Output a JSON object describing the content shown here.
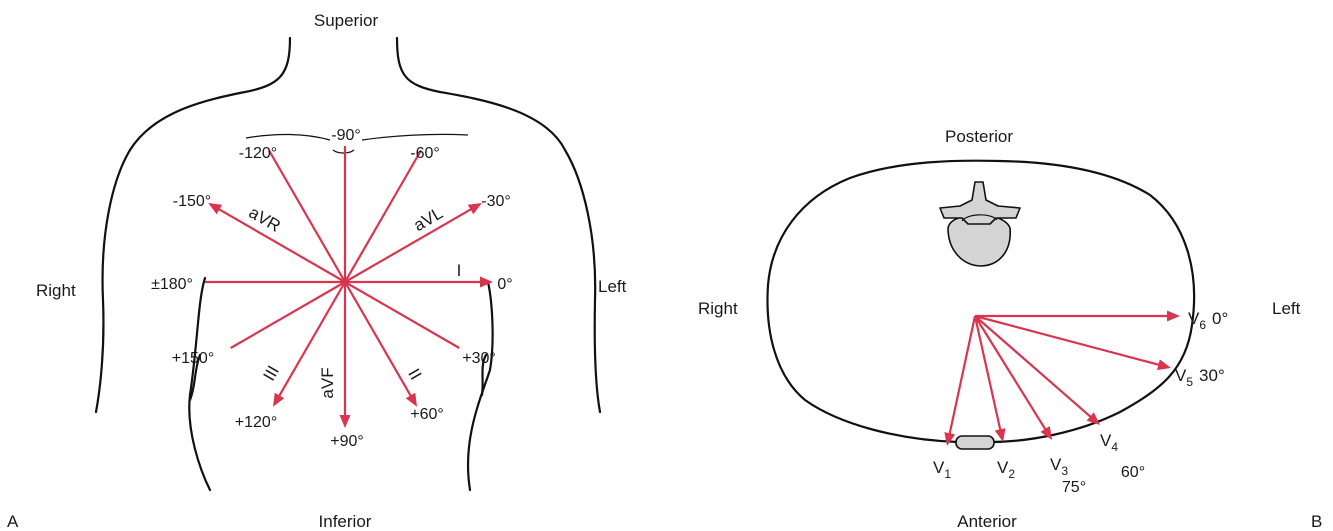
{
  "panel_a": {
    "letter": "A",
    "orientation": {
      "superior": "Superior",
      "inferior": "Inferior",
      "right": "Right",
      "left": "Left"
    },
    "angles": [
      {
        "id": "m90",
        "label": "-90°",
        "deg": -90,
        "arrow": false
      },
      {
        "id": "m120",
        "label": "-120°",
        "deg": -120,
        "arrow": false
      },
      {
        "id": "m60",
        "label": "-60°",
        "deg": -60,
        "arrow": false
      },
      {
        "id": "m150",
        "label": "-150°",
        "deg": -150,
        "arrow": true
      },
      {
        "id": "m30",
        "label": "-30°",
        "deg": -30,
        "arrow": true
      },
      {
        "id": "p180",
        "label": "±180°",
        "deg": 180,
        "arrow": false
      },
      {
        "id": "p0",
        "label": "0°",
        "deg": 0,
        "arrow": true
      },
      {
        "id": "p150",
        "label": "+150°",
        "deg": 150,
        "arrow": false
      },
      {
        "id": "p30",
        "label": "+30°",
        "deg": 30,
        "arrow": false
      },
      {
        "id": "p120",
        "label": "+120°",
        "deg": 120,
        "arrow": true
      },
      {
        "id": "p90",
        "label": "+90°",
        "deg": 90,
        "arrow": true
      },
      {
        "id": "p60",
        "label": "+60°",
        "deg": 60,
        "arrow": true
      }
    ],
    "leads": {
      "avr": "aVR",
      "avl": "aVL",
      "i": "I",
      "iii": "III",
      "avf": "aVF",
      "ii": "II"
    }
  },
  "panel_b": {
    "letter": "B",
    "orientation": {
      "posterior": "Posterior",
      "anterior": "Anterior",
      "right": "Right",
      "left": "Left"
    },
    "leads": [
      {
        "id": "v1",
        "letter": "V",
        "sub": "1",
        "angle": ""
      },
      {
        "id": "v2",
        "letter": "V",
        "sub": "2",
        "angle": ""
      },
      {
        "id": "v3",
        "letter": "V",
        "sub": "3",
        "angle": "75°"
      },
      {
        "id": "v4",
        "letter": "V",
        "sub": "4",
        "angle": "60°"
      },
      {
        "id": "v5",
        "letter": "V",
        "sub": "5",
        "angle": "30°"
      },
      {
        "id": "v6",
        "letter": "V",
        "sub": "6",
        "angle": "0°"
      }
    ]
  },
  "colors": {
    "vector": "#d9354f",
    "outline": "#111111",
    "bone": "#d4d4d4"
  }
}
